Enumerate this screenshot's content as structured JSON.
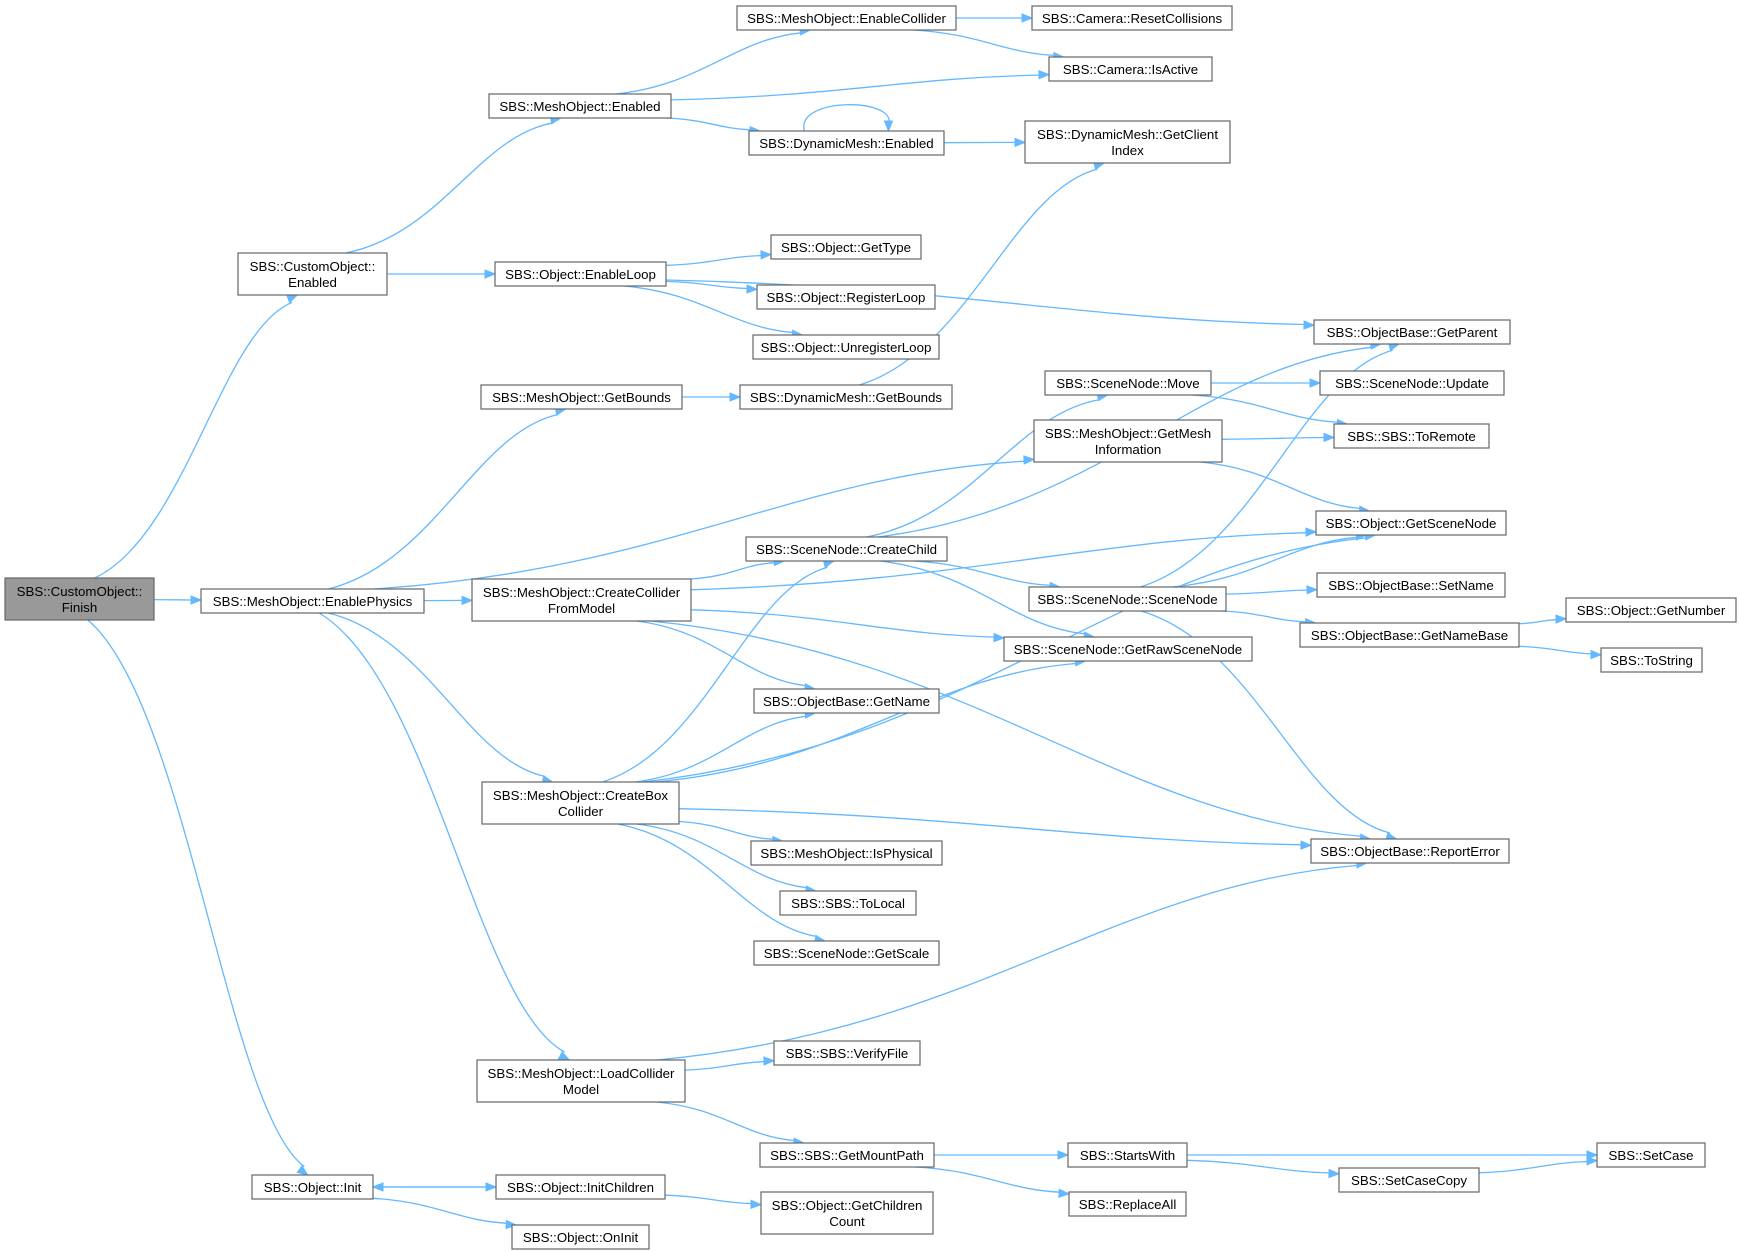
{
  "diagram": {
    "type": "call-graph",
    "colors": {
      "edge": "#63b8ff",
      "root_fill": "#999999",
      "node_border": "#666666",
      "node_fill": "#ffffff"
    },
    "nodes": [
      {
        "id": "finish",
        "lines": [
          "SBS::CustomObject::",
          "Finish"
        ],
        "root": true
      },
      {
        "id": "co_enabled",
        "lines": [
          "SBS::CustomObject::",
          "Enabled"
        ]
      },
      {
        "id": "enablephysics",
        "lines": [
          "SBS::MeshObject::EnablePhysics"
        ]
      },
      {
        "id": "obj_init",
        "lines": [
          "SBS::Object::Init"
        ]
      },
      {
        "id": "mo_enabled",
        "lines": [
          "SBS::MeshObject::Enabled"
        ]
      },
      {
        "id": "enableloop",
        "lines": [
          "SBS::Object::EnableLoop"
        ]
      },
      {
        "id": "mo_getbounds",
        "lines": [
          "SBS::MeshObject::GetBounds"
        ]
      },
      {
        "id": "createcollider",
        "lines": [
          "SBS::MeshObject::CreateCollider",
          "FromModel"
        ]
      },
      {
        "id": "createbox",
        "lines": [
          "SBS::MeshObject::CreateBox",
          "Collider"
        ]
      },
      {
        "id": "loadcollider",
        "lines": [
          "SBS::MeshObject::LoadCollider",
          "Model"
        ]
      },
      {
        "id": "initchildren",
        "lines": [
          "SBS::Object::InitChildren"
        ]
      },
      {
        "id": "oninit",
        "lines": [
          "SBS::Object::OnInit"
        ]
      },
      {
        "id": "enablecollider",
        "lines": [
          "SBS::MeshObject::EnableCollider"
        ]
      },
      {
        "id": "dm_enabled",
        "lines": [
          "SBS::DynamicMesh::Enabled"
        ]
      },
      {
        "id": "gettype",
        "lines": [
          "SBS::Object::GetType"
        ]
      },
      {
        "id": "registerloop",
        "lines": [
          "SBS::Object::RegisterLoop"
        ]
      },
      {
        "id": "unregisterloop",
        "lines": [
          "SBS::Object::UnregisterLoop"
        ]
      },
      {
        "id": "dm_getbounds",
        "lines": [
          "SBS::DynamicMesh::GetBounds"
        ]
      },
      {
        "id": "createchild",
        "lines": [
          "SBS::SceneNode::CreateChild"
        ]
      },
      {
        "id": "getname",
        "lines": [
          "SBS::ObjectBase::GetName"
        ]
      },
      {
        "id": "isphysical",
        "lines": [
          "SBS::MeshObject::IsPhysical"
        ]
      },
      {
        "id": "tolocal",
        "lines": [
          "SBS::SBS::ToLocal"
        ]
      },
      {
        "id": "getscale",
        "lines": [
          "SBS::SceneNode::GetScale"
        ]
      },
      {
        "id": "verifyfile",
        "lines": [
          "SBS::SBS::VerifyFile"
        ]
      },
      {
        "id": "getmountpath",
        "lines": [
          "SBS::SBS::GetMountPath"
        ]
      },
      {
        "id": "getchildrencount",
        "lines": [
          "SBS::Object::GetChildren",
          "Count"
        ]
      },
      {
        "id": "resetcollisions",
        "lines": [
          "SBS::Camera::ResetCollisions"
        ]
      },
      {
        "id": "isactive",
        "lines": [
          "SBS::Camera::IsActive"
        ]
      },
      {
        "id": "getclientindex",
        "lines": [
          "SBS::DynamicMesh::GetClient",
          "Index"
        ]
      },
      {
        "id": "sn_move",
        "lines": [
          "SBS::SceneNode::Move"
        ]
      },
      {
        "id": "getmeshinfo",
        "lines": [
          "SBS::MeshObject::GetMesh",
          "Information"
        ]
      },
      {
        "id": "scenenode",
        "lines": [
          "SBS::SceneNode::SceneNode"
        ]
      },
      {
        "id": "getrawscenenode",
        "lines": [
          "SBS::SceneNode::GetRawSceneNode"
        ]
      },
      {
        "id": "startswith",
        "lines": [
          "SBS::StartsWith"
        ]
      },
      {
        "id": "replaceall",
        "lines": [
          "SBS::ReplaceAll"
        ]
      },
      {
        "id": "getparent",
        "lines": [
          "SBS::ObjectBase::GetParent"
        ]
      },
      {
        "id": "sn_update",
        "lines": [
          "SBS::SceneNode::Update"
        ]
      },
      {
        "id": "toremote",
        "lines": [
          "SBS::SBS::ToRemote"
        ]
      },
      {
        "id": "getscenenode",
        "lines": [
          "SBS::Object::GetSceneNode"
        ]
      },
      {
        "id": "setname",
        "lines": [
          "SBS::ObjectBase::SetName"
        ]
      },
      {
        "id": "getnamebase",
        "lines": [
          "SBS::ObjectBase::GetNameBase"
        ]
      },
      {
        "id": "reporterror",
        "lines": [
          "SBS::ObjectBase::ReportError"
        ]
      },
      {
        "id": "setcasecopy",
        "lines": [
          "SBS::SetCaseCopy"
        ]
      },
      {
        "id": "getnumber",
        "lines": [
          "SBS::Object::GetNumber"
        ]
      },
      {
        "id": "tostring",
        "lines": [
          "SBS::ToString"
        ]
      },
      {
        "id": "setcase",
        "lines": [
          "SBS::SetCase"
        ]
      }
    ],
    "edges": [
      [
        "finish",
        "co_enabled"
      ],
      [
        "finish",
        "enablephysics"
      ],
      [
        "finish",
        "obj_init"
      ],
      [
        "co_enabled",
        "mo_enabled"
      ],
      [
        "co_enabled",
        "enableloop"
      ],
      [
        "mo_enabled",
        "enablecollider"
      ],
      [
        "mo_enabled",
        "isactive"
      ],
      [
        "mo_enabled",
        "dm_enabled"
      ],
      [
        "enablecollider",
        "resetcollisions"
      ],
      [
        "enablecollider",
        "isactive"
      ],
      [
        "dm_enabled",
        "dm_enabled"
      ],
      [
        "dm_enabled",
        "getclientindex"
      ],
      [
        "enableloop",
        "getparent"
      ],
      [
        "enableloop",
        "gettype"
      ],
      [
        "enableloop",
        "registerloop"
      ],
      [
        "enableloop",
        "unregisterloop"
      ],
      [
        "enablephysics",
        "mo_getbounds"
      ],
      [
        "enablephysics",
        "getmeshinfo"
      ],
      [
        "enablephysics",
        "createcollider"
      ],
      [
        "enablephysics",
        "createbox"
      ],
      [
        "enablephysics",
        "loadcollider"
      ],
      [
        "mo_getbounds",
        "dm_getbounds"
      ],
      [
        "dm_getbounds",
        "getclientindex"
      ],
      [
        "createcollider",
        "createchild"
      ],
      [
        "createcollider",
        "getscenenode"
      ],
      [
        "createcollider",
        "getrawscenenode"
      ],
      [
        "createcollider",
        "getname"
      ],
      [
        "createcollider",
        "reporterror"
      ],
      [
        "createbox",
        "createchild"
      ],
      [
        "createbox",
        "getname"
      ],
      [
        "createbox",
        "getscenenode"
      ],
      [
        "createbox",
        "getrawscenenode"
      ],
      [
        "createbox",
        "isphysical"
      ],
      [
        "createbox",
        "tolocal"
      ],
      [
        "createbox",
        "getscale"
      ],
      [
        "createbox",
        "reporterror"
      ],
      [
        "loadcollider",
        "verifyfile"
      ],
      [
        "loadcollider",
        "getmountpath"
      ],
      [
        "loadcollider",
        "reporterror"
      ],
      [
        "createchild",
        "getparent"
      ],
      [
        "createchild",
        "sn_move"
      ],
      [
        "createchild",
        "scenenode"
      ],
      [
        "createchild",
        "getrawscenenode"
      ],
      [
        "sn_move",
        "sn_update"
      ],
      [
        "sn_move",
        "toremote"
      ],
      [
        "getmeshinfo",
        "toremote"
      ],
      [
        "getmeshinfo",
        "getscenenode"
      ],
      [
        "scenenode",
        "getparent"
      ],
      [
        "scenenode",
        "getscenenode"
      ],
      [
        "scenenode",
        "setname"
      ],
      [
        "scenenode",
        "getnamebase"
      ],
      [
        "scenenode",
        "reporterror"
      ],
      [
        "getnamebase",
        "getnumber"
      ],
      [
        "getnamebase",
        "tostring"
      ],
      [
        "getmountpath",
        "startswith"
      ],
      [
        "getmountpath",
        "replaceall"
      ],
      [
        "startswith",
        "setcasecopy"
      ],
      [
        "startswith",
        "setcase"
      ],
      [
        "setcasecopy",
        "setcase"
      ],
      [
        "obj_init",
        "initchildren"
      ],
      [
        "obj_init",
        "oninit"
      ],
      [
        "initchildren",
        "obj_init"
      ],
      [
        "initchildren",
        "getchildrencount"
      ]
    ]
  }
}
